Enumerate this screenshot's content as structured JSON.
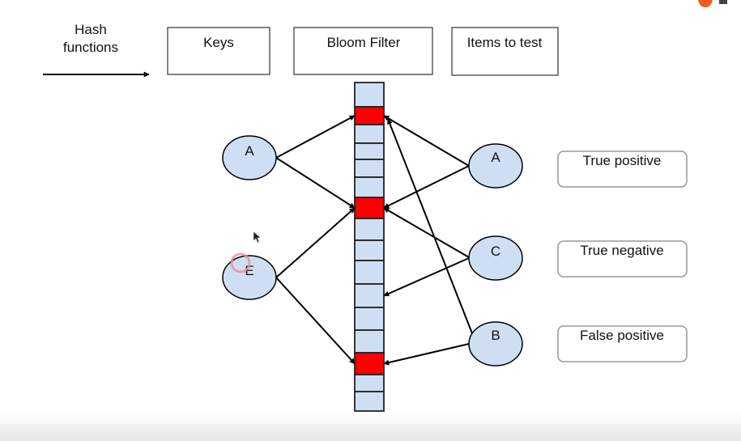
{
  "legend": {
    "hash_functions_line1": "Hash",
    "hash_functions_line2": "functions"
  },
  "headers": {
    "keys": "Keys",
    "bloom_filter": "Bloom Filter",
    "items_to_test": "Items to test"
  },
  "bloom_filter": {
    "num_cells": 16,
    "set_bits": [
      1,
      6,
      13
    ],
    "cell_color": "#cfdff3",
    "set_color": "#ff0000"
  },
  "keys": [
    {
      "label": "A",
      "hashes_to": [
        1,
        6
      ]
    },
    {
      "label": "E",
      "hashes_to": [
        6,
        13
      ]
    }
  ],
  "test_items": [
    {
      "label": "A",
      "hashes_to": [
        1,
        6
      ],
      "result": "True positive"
    },
    {
      "label": "C",
      "hashes_to": [
        6,
        10
      ],
      "result": "True negative"
    },
    {
      "label": "B",
      "hashes_to": [
        1,
        13
      ],
      "result": "False positive"
    }
  ],
  "colors": {
    "node_fill": "#cfdff3",
    "stroke": "#000000",
    "logo": "#f05a22"
  }
}
